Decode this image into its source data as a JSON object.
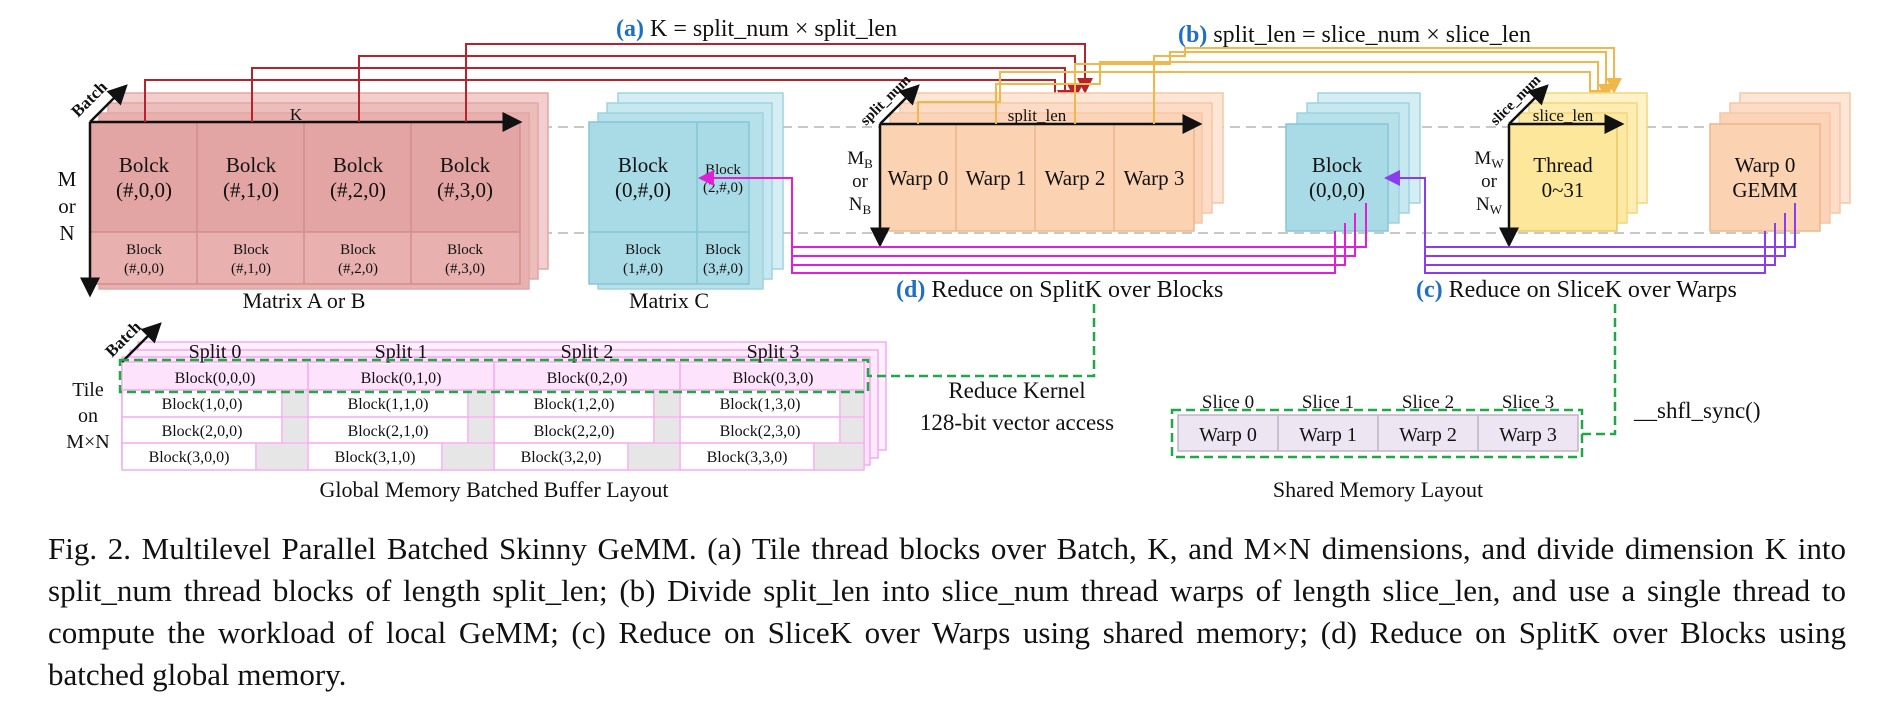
{
  "figure": {
    "annotations": {
      "a": {
        "letter": "(a)",
        "text": " K = split_num × split_len"
      },
      "b": {
        "letter": "(b)",
        "text": " split_len = slice_num × slice_len"
      },
      "c": {
        "letter": "(c)",
        "text": " Reduce on SliceK over Warps"
      },
      "d": {
        "letter": "(d)",
        "text": " Reduce on SplitK over Blocks"
      }
    },
    "matrix_ab": {
      "batch_label": "Batch",
      "k_label": "K",
      "m_label": [
        "M",
        "or",
        "N"
      ],
      "blocks_top": [
        [
          "Bolck",
          "(#,0,0)"
        ],
        [
          "Bolck",
          "(#,1,0)"
        ],
        [
          "Bolck",
          "(#,2,0)"
        ],
        [
          "Bolck",
          "(#,3,0)"
        ]
      ],
      "blocks_bottom": [
        [
          "Block",
          "(#,0,0)"
        ],
        [
          "Block",
          "(#,1,0)"
        ],
        [
          "Block",
          "(#,2,0)"
        ],
        [
          "Block",
          "(#,3,0)"
        ]
      ],
      "caption": "Matrix A or B"
    },
    "matrix_c": {
      "main": [
        "Block",
        "(0,#,0)"
      ],
      "top_right": [
        "Block",
        "(2,#,0)"
      ],
      "bottom_left": [
        "Block",
        "(1,#,0)"
      ],
      "bottom_right": [
        "Block",
        "(3,#,0)"
      ],
      "caption": "Matrix C"
    },
    "warp_panel": {
      "split_num": "split_num",
      "split_len": "split_len",
      "mb_label": [
        "M",
        "B",
        "or",
        "N",
        "B"
      ],
      "warps": [
        "Warp 0",
        "Warp 1",
        "Warp 2",
        "Warp 3"
      ],
      "block": [
        "Block",
        "(0,0,0)"
      ]
    },
    "thread_panel": {
      "slice_num": "slice_num",
      "slice_len": "slice_len",
      "mw_label": [
        "M",
        "W",
        "or",
        "N",
        "W"
      ],
      "thread": [
        "Thread",
        "0~31"
      ],
      "warp_gemm": [
        "Warp 0",
        "GEMM"
      ]
    },
    "global_buffer": {
      "batch_label": "Batch",
      "tile_label": [
        "Tile",
        "on",
        "M×N"
      ],
      "splits": [
        "Split 0",
        "Split 1",
        "Split 2",
        "Split 3"
      ],
      "rows": [
        [
          "Block(0,0,0)",
          "Block(0,1,0)",
          "Block(0,2,0)",
          "Block(0,3,0)"
        ],
        [
          "Block(1,0,0)",
          "Block(1,1,0)",
          "Block(1,2,0)",
          "Block(1,3,0)"
        ],
        [
          "Block(2,0,0)",
          "Block(2,1,0)",
          "Block(2,2,0)",
          "Block(2,3,0)"
        ],
        [
          "Block(3,0,0)",
          "Block(3,1,0)",
          "Block(3,2,0)",
          "Block(3,3,0)"
        ]
      ],
      "caption": "Global Memory Batched Buffer Layout"
    },
    "reduce_kernel": [
      "Reduce Kernel",
      "128-bit vector access"
    ],
    "shared_memory": {
      "slices": [
        "Slice 0",
        "Slice 1",
        "Slice 2",
        "Slice 3"
      ],
      "warps": [
        "Warp 0",
        "Warp 1",
        "Warp 2",
        "Warp 3"
      ],
      "caption": "Shared Memory Layout",
      "shfl": "__shfl_sync()"
    },
    "colors": {
      "red": "#b3242c",
      "orange": "#f0b84c",
      "magenta": "#e020d8",
      "purple": "#8a3cf0",
      "blue_letter": "#1f6fc4",
      "green": "#20a846",
      "matrix_ab_fill": "#e3a5a3",
      "matrix_c_fill": "#a9dbe6",
      "warp_fill": "#fbd3b3",
      "thread_fill": "#fde79a",
      "pink": "#f7a8ee"
    }
  },
  "caption": "Fig. 2. Multilevel Parallel Batched Skinny GeMM. (a) Tile thread blocks over Batch, K, and M×N dimensions, and divide dimension K into split_num thread blocks of length split_len; (b) Divide split_len into slice_num thread warps of length slice_len, and use a single thread to compute the workload of local GeMM; (c) Reduce on SliceK over Warps using shared memory; (d) Reduce on SplitK over Blocks using batched global memory."
}
